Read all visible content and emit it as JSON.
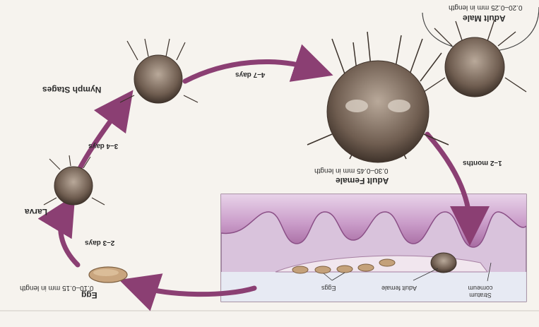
{
  "labels": {
    "adult_male": "Adult Male",
    "adult_male_size": "0.20–0.25 mm in length",
    "adult_female": "Adult Female",
    "adult_female_size": "0.30–0.45 mm in length",
    "nymph": "Nymph Stages",
    "larva": "Larva",
    "egg": "Egg",
    "egg_size": "0.10–0.15 mm in length",
    "d_nymph_female": "4–7 days",
    "d_female_skin": "1–2 months",
    "d_larva_nymph": "3–4 days",
    "d_egg_larva": "2–3 days",
    "inset_stratum": "Stratum corneum",
    "inset_female": "Adult female",
    "inset_eggs": "Eggs"
  },
  "colors": {
    "arrow": "#8b3f73",
    "skin_upper": "#d6b3d9",
    "skin_lower": "#b77fb4",
    "mite": "#7a6a5e"
  }
}
